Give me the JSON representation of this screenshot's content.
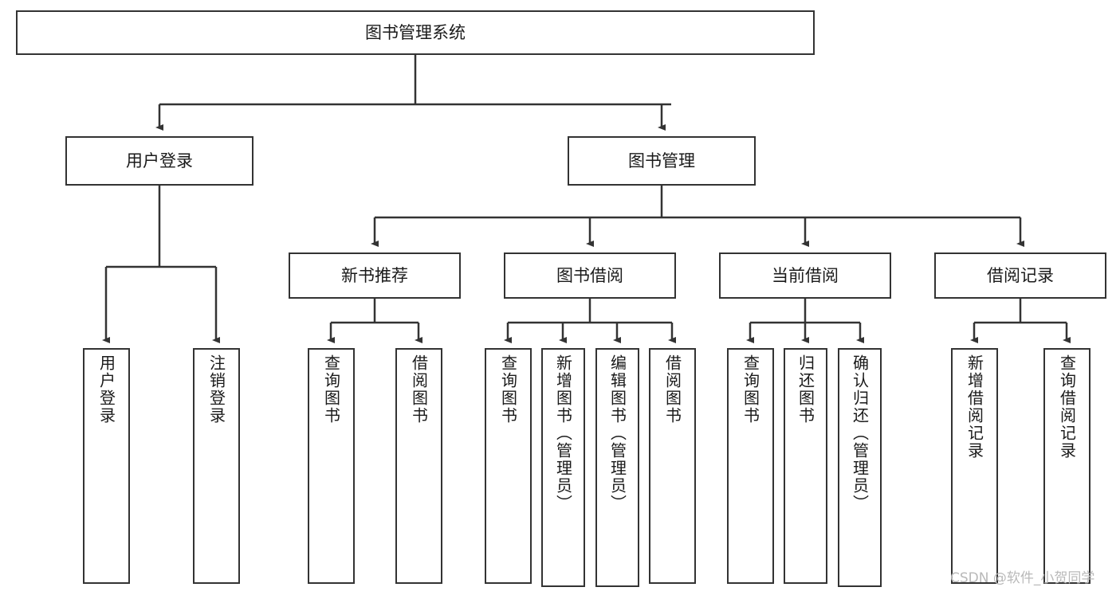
{
  "diagram": {
    "type": "tree",
    "title": "图书管理系统",
    "watermark": "CSDN @软件_小贺同学",
    "colors": {
      "background": "#ffffff",
      "box_border": "#333333",
      "box_fill": "#ffffff",
      "edge": "#333333",
      "text": "#1a1a1a",
      "watermark": "#b9b9b9"
    },
    "nodes": {
      "root": {
        "label": "图书管理系统"
      },
      "level2": [
        {
          "id": "user_login",
          "label": "用户登录"
        },
        {
          "id": "book_manage",
          "label": "图书管理"
        }
      ],
      "level3": [
        {
          "id": "new_book_rec",
          "label": "新书推荐"
        },
        {
          "id": "book_borrow",
          "label": "图书借阅"
        },
        {
          "id": "current_borrow",
          "label": "当前借阅"
        },
        {
          "id": "borrow_record",
          "label": "借阅记录"
        }
      ],
      "leaves": [
        {
          "id": "leaf_user_login",
          "label": "用户登录",
          "parent": "user_login"
        },
        {
          "id": "leaf_user_logout",
          "label": "注销登录",
          "parent": "user_login"
        },
        {
          "id": "leaf_query_book_1",
          "label": "查询图书",
          "parent": "new_book_rec"
        },
        {
          "id": "leaf_borrow_book_1",
          "label": "借阅图书",
          "parent": "new_book_rec"
        },
        {
          "id": "leaf_query_book_2",
          "label": "查询图书",
          "parent": "book_borrow"
        },
        {
          "id": "leaf_add_book",
          "label": "新增图书（管理员）",
          "parent": "book_borrow"
        },
        {
          "id": "leaf_edit_book",
          "label": "编辑图书（管理员）",
          "parent": "book_borrow"
        },
        {
          "id": "leaf_borrow_book_2",
          "label": "借阅图书",
          "parent": "book_borrow"
        },
        {
          "id": "leaf_query_book_3",
          "label": "查询图书",
          "parent": "current_borrow"
        },
        {
          "id": "leaf_return_book",
          "label": "归还图书",
          "parent": "current_borrow"
        },
        {
          "id": "leaf_confirm_return",
          "label": "确认归还（管理员）",
          "parent": "current_borrow"
        },
        {
          "id": "leaf_add_record",
          "label": "新增借阅记录",
          "parent": "borrow_record"
        },
        {
          "id": "leaf_query_record",
          "label": "查询借阅记录",
          "parent": "borrow_record"
        }
      ]
    }
  }
}
